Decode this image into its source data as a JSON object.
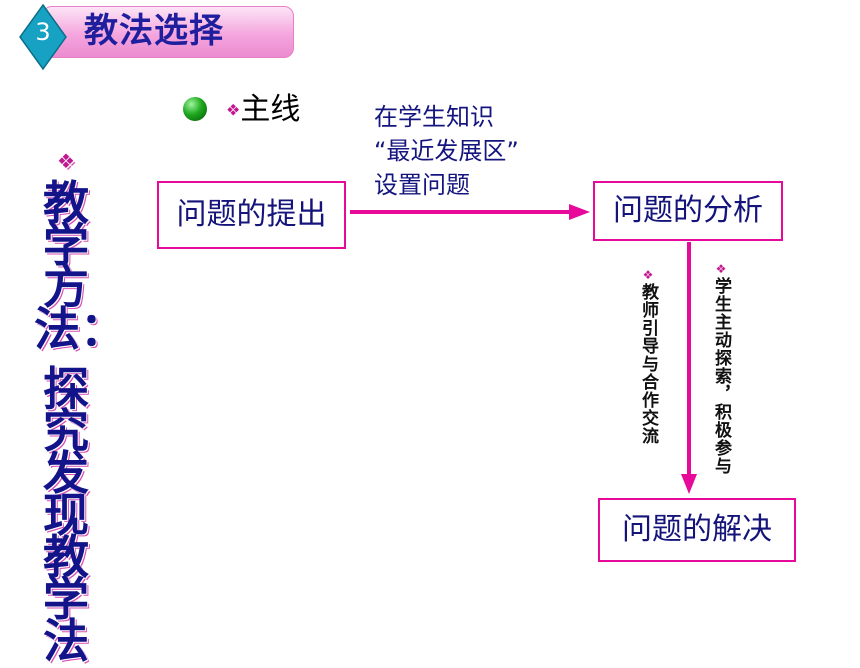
{
  "header": {
    "number": "3",
    "title": "教法选择"
  },
  "side_title": {
    "line1": "教学方法：",
    "line2": "探究发现教学法"
  },
  "main_line": {
    "label": "主线"
  },
  "annotation": {
    "line1": "在学生知识",
    "line2": "“最近发展区”",
    "line3": "设置问题"
  },
  "flow": {
    "raise": "问题的提出",
    "analyze": "问题的分析",
    "solve": "问题的解决",
    "teacher": "教师引导与合作交流",
    "student": "学生主动探索，积极参与"
  },
  "colors": {
    "accent": "#e6099a",
    "title_text": "#1f1f9e",
    "badge": "#17a2c4"
  }
}
